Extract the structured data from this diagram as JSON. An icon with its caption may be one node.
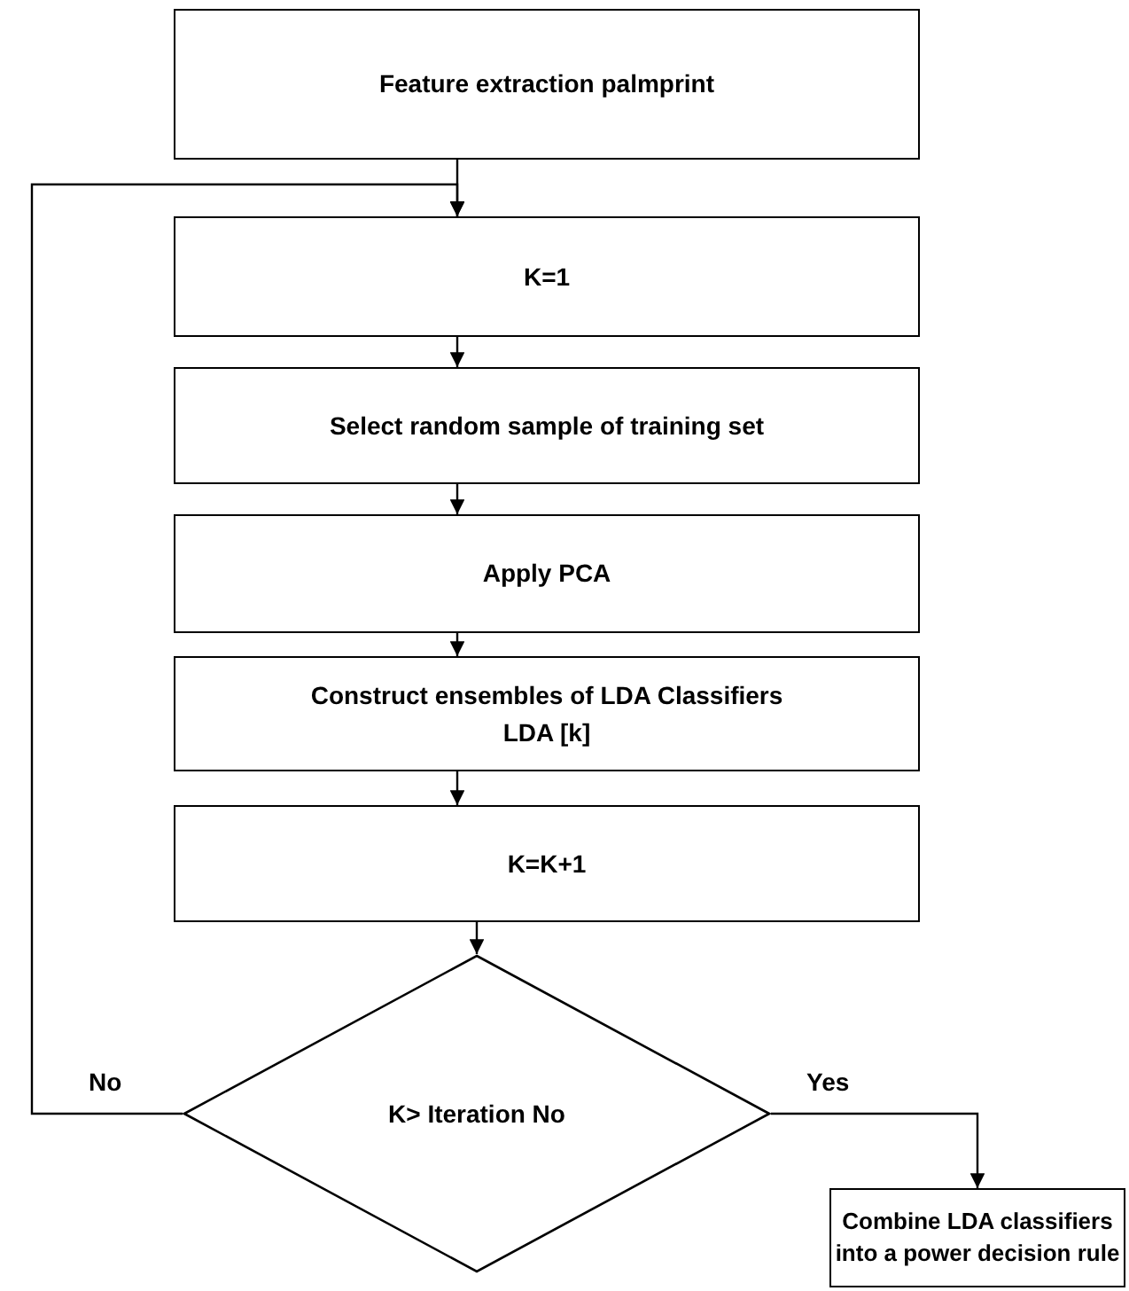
{
  "diagram": {
    "nodes": [
      {
        "text": [
          "Feature extraction palmprint"
        ]
      },
      {
        "text": [
          "K=1"
        ]
      },
      {
        "text": [
          "Select random sample of training set"
        ]
      },
      {
        "text": [
          "Apply PCA"
        ]
      },
      {
        "text": [
          "Construct ensembles of LDA Classifiers LDA [k]"
        ]
      },
      {
        "text": [
          "K=K+1"
        ]
      },
      {
        "text": [
          "K> Iteration No"
        ]
      },
      {
        "text": [
          "Combine LDA classifiers into a power decision rule"
        ]
      }
    ],
    "edges": [
      {
        "from": 0,
        "to": 1,
        "arrow": "to"
      },
      {
        "from": 1,
        "to": 2,
        "arrow": "to"
      },
      {
        "from": 2,
        "to": 3,
        "arrow": "to"
      },
      {
        "from": 3,
        "to": 4,
        "arrow": "to"
      },
      {
        "from": 4,
        "to": 5,
        "arrow": "to"
      },
      {
        "from": 5,
        "to": 6,
        "arrow": "to"
      },
      {
        "from": 6,
        "to": 1,
        "arrow": "to",
        "label": "No"
      },
      {
        "from": 6,
        "to": 7,
        "arrow": "to",
        "label": "Yes"
      }
    ]
  }
}
